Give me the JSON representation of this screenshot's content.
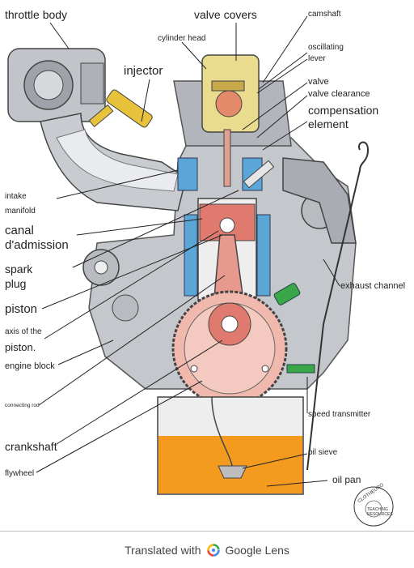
{
  "labels": {
    "throttle_body": "throttle body",
    "valve_covers": "valve covers",
    "camshaft": "camshaft",
    "cylinder_head": "cylinder head",
    "oscillating_lever_1": "oscillating",
    "oscillating_lever_2": "lever",
    "injector": "injector",
    "valve": "valve",
    "valve_clearance": "valve clearance",
    "compensation_1": "compensation",
    "compensation_2": "element",
    "intake_manifold_1": "intake",
    "intake_manifold_2": "manifold",
    "canal_1": "canal",
    "canal_2": "d'admission",
    "spark_plug_1": "spark",
    "spark_plug_2": "plug",
    "exhaust_channel": "exhaust channel",
    "piston": "piston",
    "axis_piston_1": "axis of the",
    "axis_piston_2": "piston.",
    "engine_block": "engine block",
    "connecting_rod": "connecting rod",
    "speed_transmitter": "speed transmitter",
    "crankshaft": "crankshaft",
    "oil_sieve": "oil sieve",
    "flywheel": "flywheel",
    "oil_pan": "oil pan"
  },
  "watermark": {
    "line1": "CLOTHEURO",
    "line2": "TEACHING RESOURCES"
  },
  "footer": {
    "prefix": "Translated with",
    "brand": "Google Lens"
  },
  "colors": {
    "engine_gray": "#b9bcc2",
    "head_yellow": "#e9dc8e",
    "piston_red": "#e07a6e",
    "oil_orange": "#f39a1f",
    "coolant_blue": "#5aa6d6",
    "injector_yellow": "#e7c23a",
    "sensor_green": "#3aa64a"
  }
}
